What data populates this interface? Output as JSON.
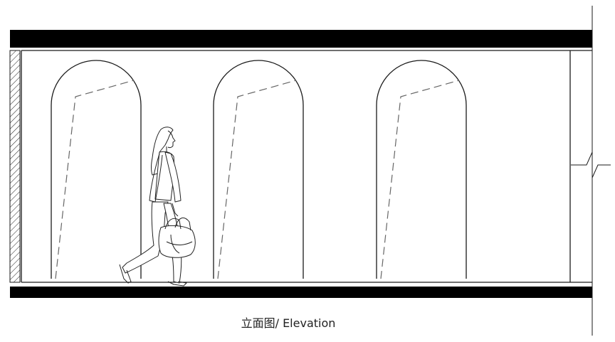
{
  "caption": "立面图/ Elevation",
  "colors": {
    "line": "#1a1a1a",
    "slab": "#000000",
    "dash": "#666666",
    "background": "#ffffff"
  },
  "elements": {
    "arches": 3,
    "figure": "woman-walking-with-bag",
    "hatched_wall": "left",
    "break_line": "right"
  }
}
